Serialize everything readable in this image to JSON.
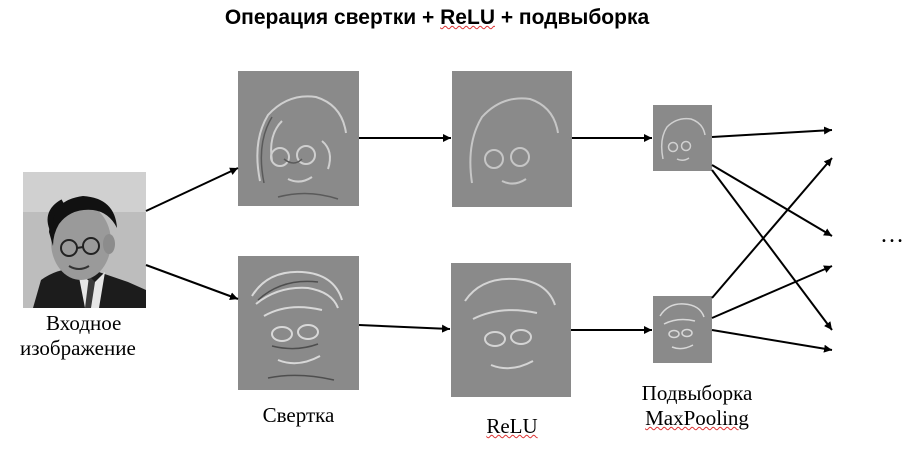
{
  "title": {
    "prefix": "Операция свертки + ",
    "relu": "ReLU",
    "suffix": " + подвыборка"
  },
  "labels": {
    "input_line1": "Входное",
    "input_line2": "изображение",
    "conv": "Свертка",
    "relu": "ReLU",
    "pool_line1": "Подвыборка",
    "pool_line2": "MaxPooling"
  },
  "ellipsis": "…",
  "colors": {
    "feature_gray": "#8a8a8a",
    "arrow": "#000000",
    "spell_underline": "#dd3333"
  }
}
